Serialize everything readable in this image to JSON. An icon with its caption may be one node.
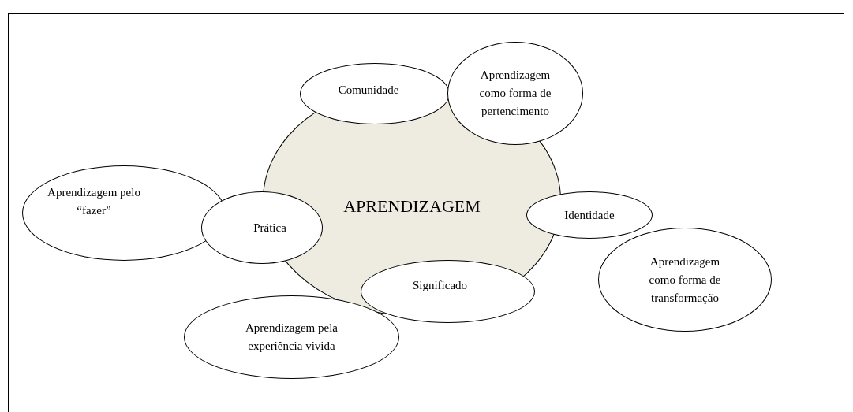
{
  "diagram": {
    "nodes": [
      {
        "text": [
          "APRENDIZAGEM"
        ]
      },
      {
        "text": [
          "Comunidade"
        ]
      },
      {
        "text": [
          "Aprendizagem como forma de pertencimento"
        ]
      },
      {
        "text": [
          "Aprendizagem pelo “fazer”"
        ]
      },
      {
        "text": [
          "Prática"
        ]
      },
      {
        "text": [
          "Identidade"
        ]
      },
      {
        "text": [
          "Aprendizagem como forma de transformação"
        ]
      },
      {
        "text": [
          "Significado"
        ]
      },
      {
        "text": [
          "Aprendizagem pela experiência vivida"
        ]
      }
    ],
    "edges": []
  }
}
